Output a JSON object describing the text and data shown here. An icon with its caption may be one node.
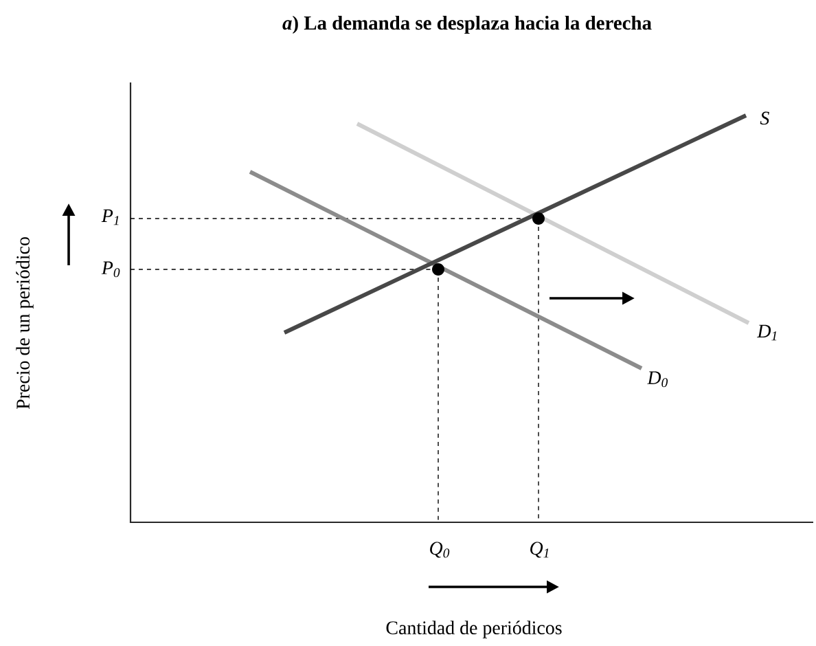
{
  "diagram": {
    "title": "*a*) La demanda se desplaza hacia la derecha",
    "labels": [
      "S",
      "P$_{1}$",
      "P$_{0}$",
      "D$_{1}$",
      "D$_{0}$",
      "Q$_{0}$",
      "Q$_{1}$",
      "Precio de un periódico",
      "Cantidad de periódicos"
    ]
  }
}
